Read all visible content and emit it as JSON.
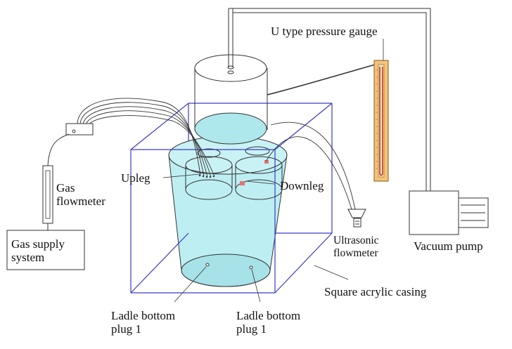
{
  "labels": {
    "pressure_gauge": "U type pressure gauge",
    "gas_flowmeter": "Gas\nflowmeter",
    "gas_supply": "Gas supply\nsystem",
    "upleg": "Upleg",
    "downleg": "Downleg",
    "ultrasonic": "Ultrasonic\nflowmeter",
    "vacuum_pump": "Vacuum pump",
    "casing": "Square acrylic casing",
    "plug_left": "Ladle bottom\nplug 1",
    "plug_right": "Ladle bottom\nplug 1"
  },
  "colors": {
    "water": "#bdeef2",
    "water_dark": "#a6e2e8",
    "casing": "#3a3ac8",
    "line": "#333333",
    "gauge_fill": "#f2c47a",
    "gauge_edge": "#8a5a1a",
    "gauge_tube": "#c0392b",
    "marker": "#e57373"
  }
}
